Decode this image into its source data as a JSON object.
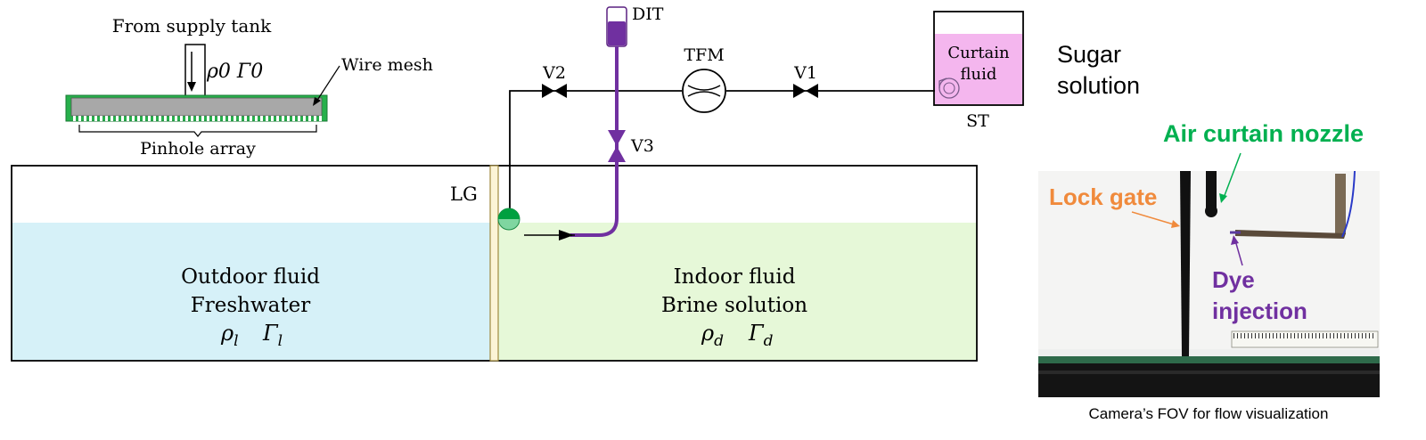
{
  "nozzle_inset": {
    "supply_label": "From supply tank",
    "supply_symbols": "ρ0 Γ0",
    "wire_mesh_label": "Wire mesh",
    "pinhole_label": "Pinhole array"
  },
  "piping": {
    "dye_tank": "DIT",
    "flow_meter": "TFM",
    "valve_v1": "V1",
    "valve_v2": "V2",
    "valve_v3": "V3",
    "lock_gate": "LG",
    "supply_tank_id": "ST",
    "curtain_fluid_line1": "Curtain",
    "curtain_fluid_line2": "fluid",
    "sugar_line1": "Sugar",
    "sugar_line2": "solution"
  },
  "tank": {
    "outdoor_title": "Outdoor fluid",
    "outdoor_fluid": "Freshwater",
    "indoor_title": "Indoor fluid",
    "indoor_fluid": "Brine solution",
    "rho_symbol": "ρ",
    "gamma_symbol": "Γ",
    "outdoor_subscript": "l",
    "indoor_subscript": "d"
  },
  "photo": {
    "air_curtain_label": "Air curtain nozzle",
    "lock_gate_label": "Lock gate",
    "dye_line1": "Dye",
    "dye_line2": "injection",
    "caption": "Camera’s FOV for flow visualization"
  },
  "colors": {
    "outdoor_fill": "#d6f1f8",
    "indoor_fill": "#e6f8d8",
    "dye_purple": "#7030a0",
    "nozzle_green": "#00b050",
    "lock_gate_orange": "#f08a3c",
    "curtain_pink": "#f4b6ee"
  }
}
